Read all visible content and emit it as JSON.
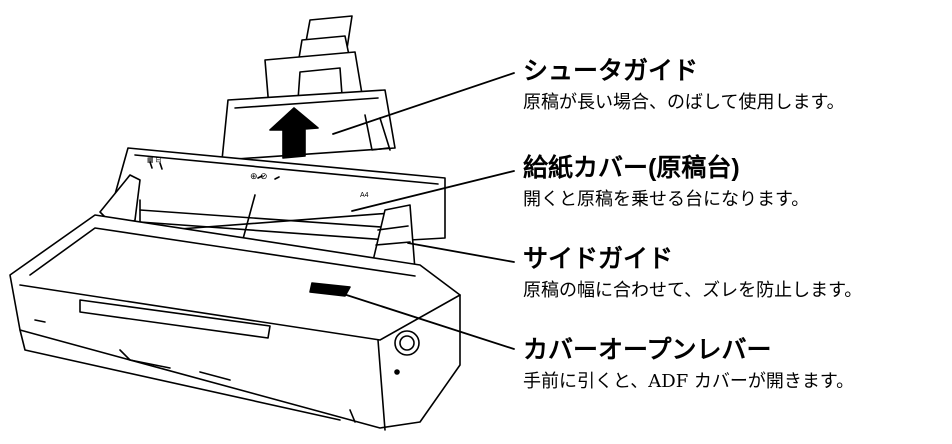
{
  "callouts": [
    {
      "title": "シュータガイド",
      "desc": "原稿が長い場合、のばして使用します。"
    },
    {
      "title": "給紙カバー(原稿台)",
      "desc": "開くと原稿を乗せる台になります。"
    },
    {
      "title": "サイドガイド",
      "desc": "原稿の幅に合わせて、ズレを防止します。"
    },
    {
      "title": "カバーオープンレバー",
      "desc": "手前に引くと、ADF カバーが開きます。"
    }
  ],
  "colors": {
    "line": "#000000",
    "fill": "#ffffff"
  }
}
